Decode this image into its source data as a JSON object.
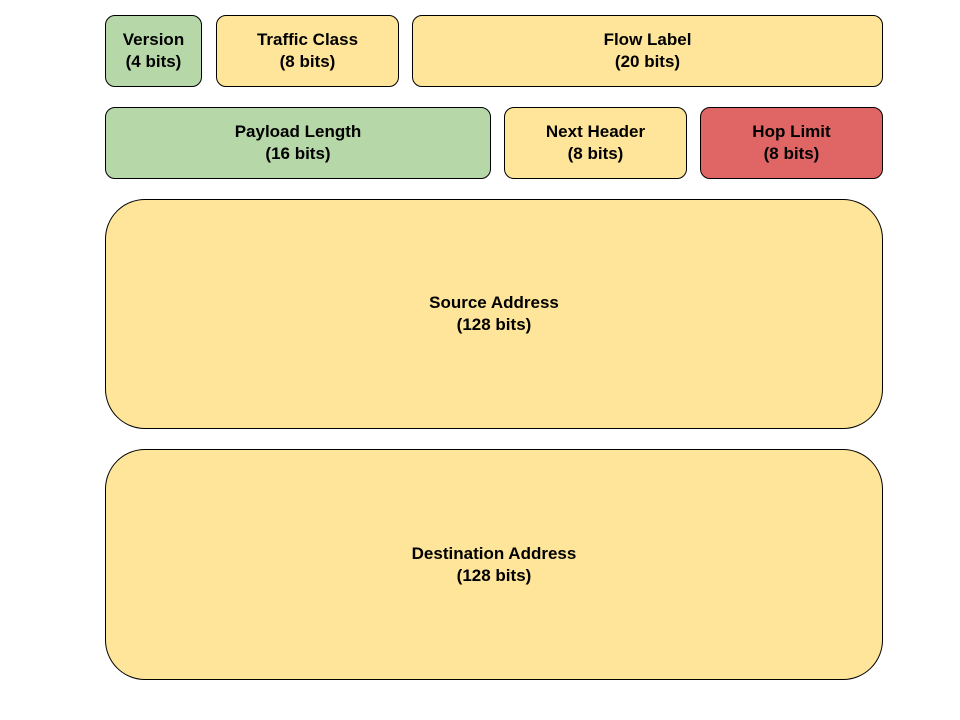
{
  "colors": {
    "green": "#b6d7a8",
    "yellow": "#ffe599",
    "red": "#e06666",
    "border": "#000000"
  },
  "fields": {
    "version": {
      "name": "Version",
      "size": "(4 bits)"
    },
    "traffic_class": {
      "name": "Traffic Class",
      "size": "(8 bits)"
    },
    "flow_label": {
      "name": "Flow Label",
      "size": "(20 bits)"
    },
    "payload_length": {
      "name": "Payload Length",
      "size": "(16 bits)"
    },
    "next_header": {
      "name": "Next Header",
      "size": "(8 bits)"
    },
    "hop_limit": {
      "name": "Hop Limit",
      "size": "(8 bits)"
    },
    "source_address": {
      "name": "Source Address",
      "size": "(128 bits)"
    },
    "destination_address": {
      "name": "Destination Address",
      "size": "(128 bits)"
    }
  }
}
